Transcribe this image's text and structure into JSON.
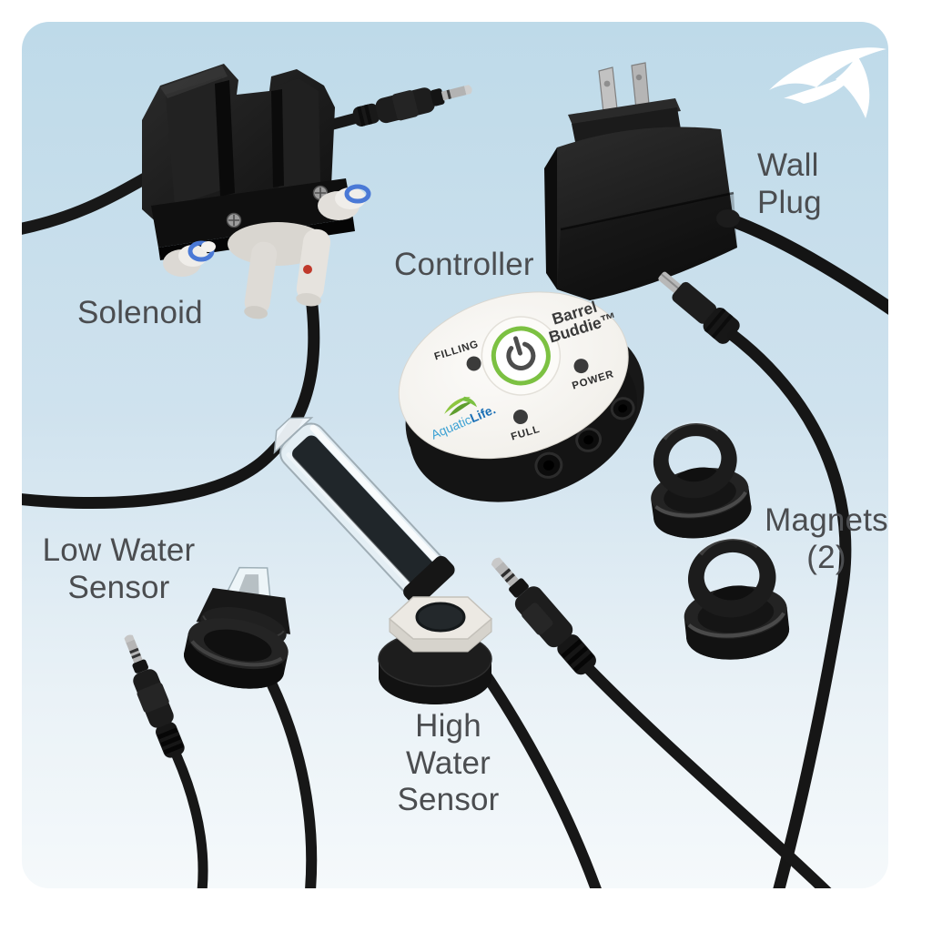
{
  "image": {
    "type": "product-diagram",
    "background_top": "#bedae9",
    "background_bottom": "#f5f9fb",
    "frame_color": "#ffffff",
    "label_color": "#4b4d50"
  },
  "labels": {
    "solenoid": "Solenoid",
    "controller": "Controller",
    "wall_plug": "Wall\nPlug",
    "magnets": "Magnets\n(2)",
    "low_water_sensor": "Low Water\nSensor",
    "high_water_sensor": "High\nWater\nSensor"
  },
  "controller": {
    "brand_line1": "Barrel",
    "brand_line2": "Buddie™",
    "logo_part1": "Aquatic",
    "logo_part2": "Life.",
    "led_filling": "FILLING",
    "led_full": "FULL",
    "led_power": "POWER",
    "accent_green": "#7cc142",
    "logo_blue_light": "#3ea2d4",
    "logo_blue_dark": "#1a6fb5",
    "face_color": "#f2f0eb",
    "body_color": "#1c1c1c"
  },
  "icons": {
    "corner_logo": "aquaticlife-swoosh",
    "power_button": "power-symbol"
  },
  "colors": {
    "cable": "#181818",
    "fitting_blue": "#4a79d6",
    "fitting_white": "#eceae5",
    "metal": "#b5b5b5"
  }
}
